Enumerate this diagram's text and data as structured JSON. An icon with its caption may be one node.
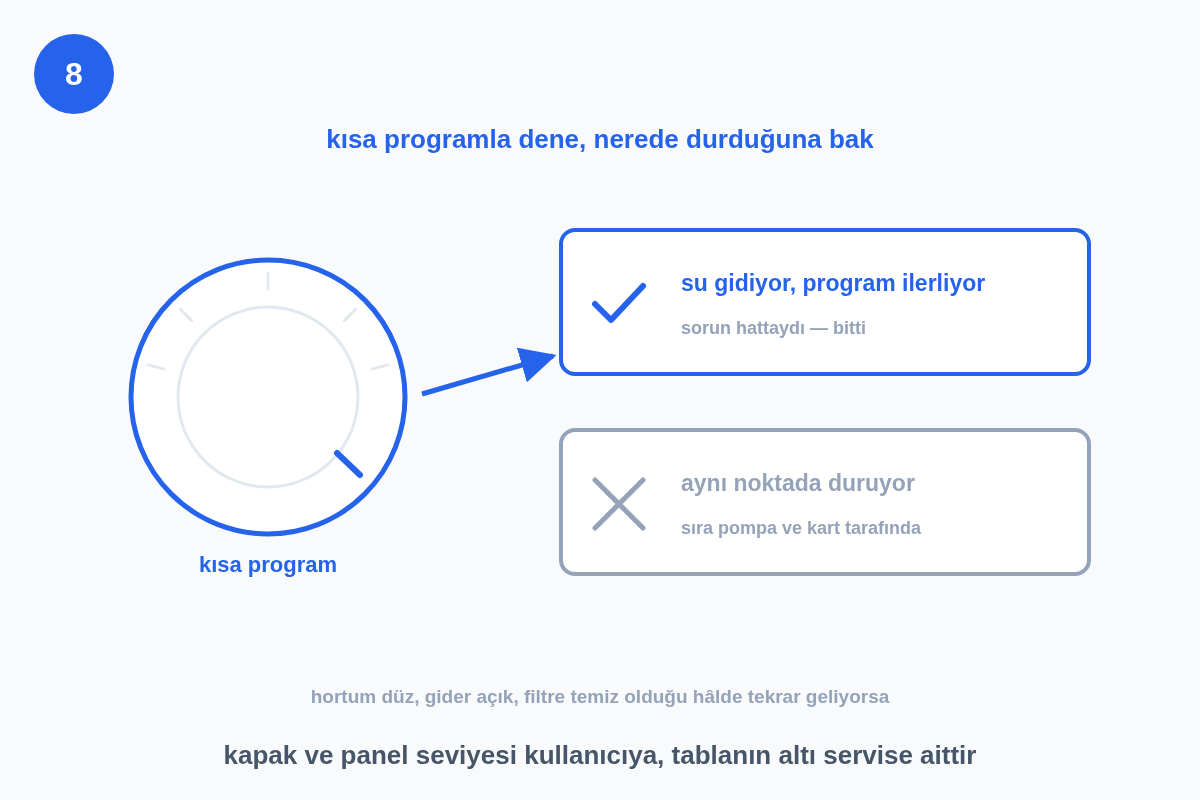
{
  "diagram": {
    "title": "kısa programla dene, nerede durduğuna bak",
    "nodes": [
      {
        "text": [],
        "shape": "picture",
        "beside": [
          "kısa program"
        ]
      },
      {
        "text": [
          "su gidiyor, program ilerliyor",
          "sorun hattaydı — bitti"
        ]
      },
      {
        "text": [
          "aynı noktada duruyor",
          "sıra pompa ve kart tarafında"
        ]
      }
    ],
    "edges": [
      {
        "from": 0,
        "to": 1,
        "arrow": "to"
      }
    ],
    "labels": [
      "8",
      "hortum düz, gider açık, filtre temiz olduğu hâlde tekrar geliyorsa",
      "kapak ve panel seviyesi kullanıcıya, tablanın altı servise aittir"
    ]
  }
}
